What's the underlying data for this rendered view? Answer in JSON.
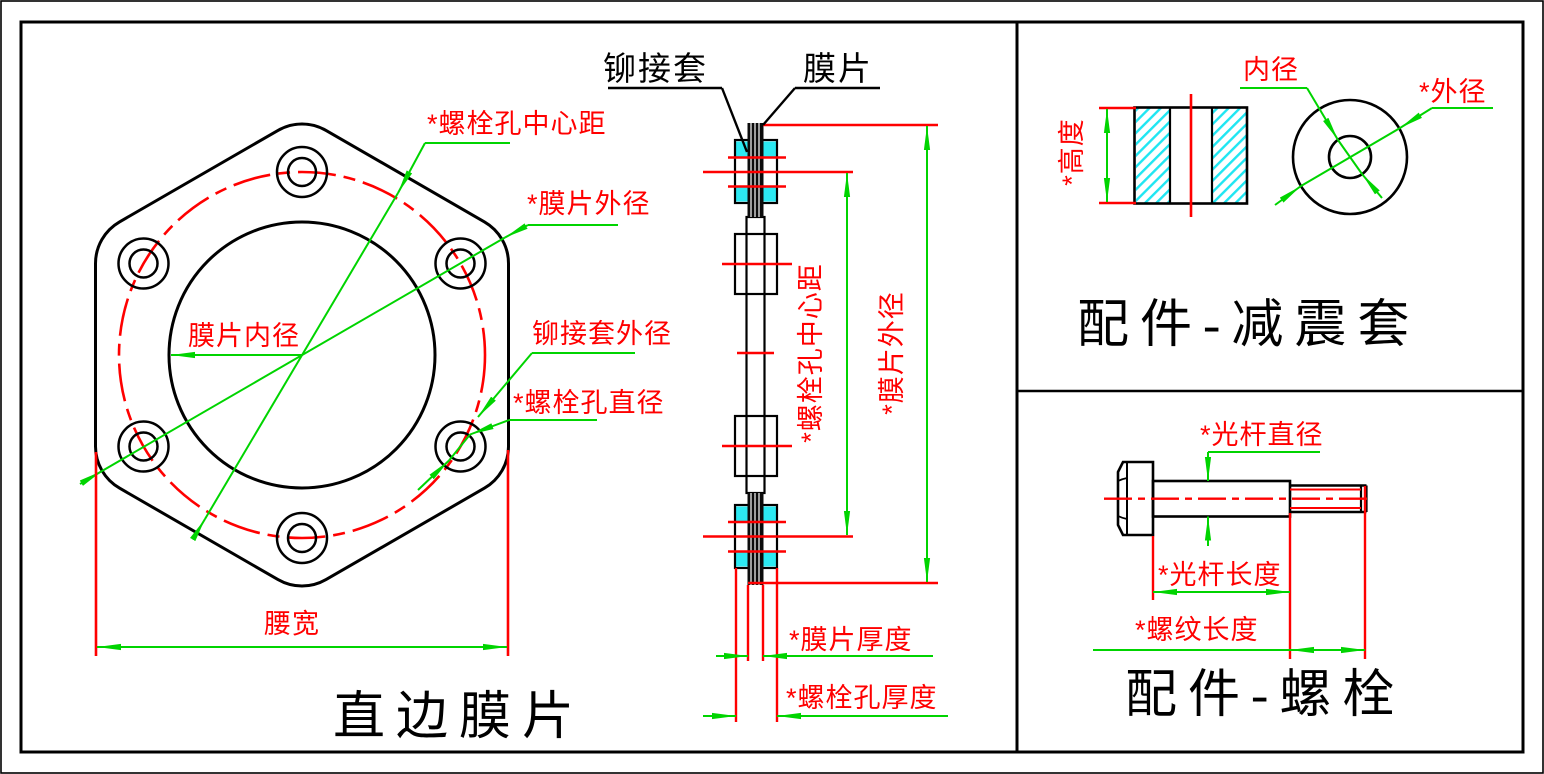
{
  "drawing": {
    "type": "engineering-cad-sheet",
    "colors": {
      "annotation_red": "#ff0000",
      "dimension_green": "#00d400",
      "outline_black": "#000000",
      "damper_cyan": "#2ce9f2"
    },
    "diaphragm_panel": {
      "title": "直边膜片",
      "labels": {
        "bolt_hole_center_distance": "*螺栓孔中心距",
        "diaphragm_outer_dia": "*膜片外径",
        "diaphragm_inner_dia": "膜片内径",
        "rivet_sleeve_outer_dia": "铆接套外径",
        "bolt_hole_dia": "*螺栓孔直径",
        "waist_width": "腰宽"
      }
    },
    "side_view_panel": {
      "labels": {
        "rivet_sleeve": "铆接套",
        "diaphragm": "膜片",
        "bolt_hole_center_distance": "*螺栓孔中心距",
        "diaphragm_outer_dia": "*膜片外径",
        "diaphragm_thickness": "*膜片厚度",
        "bolt_hole_thickness": "*螺栓孔厚度"
      }
    },
    "damper_panel": {
      "title": "配件-减震套",
      "labels": {
        "inner_dia": "内径",
        "outer_dia": "*外径",
        "height": "*高度"
      }
    },
    "bolt_panel": {
      "title": "配件-螺栓",
      "labels": {
        "rod_dia": "*光杆直径",
        "rod_length": "*光杆长度",
        "thread_length": "*螺纹长度"
      }
    }
  }
}
